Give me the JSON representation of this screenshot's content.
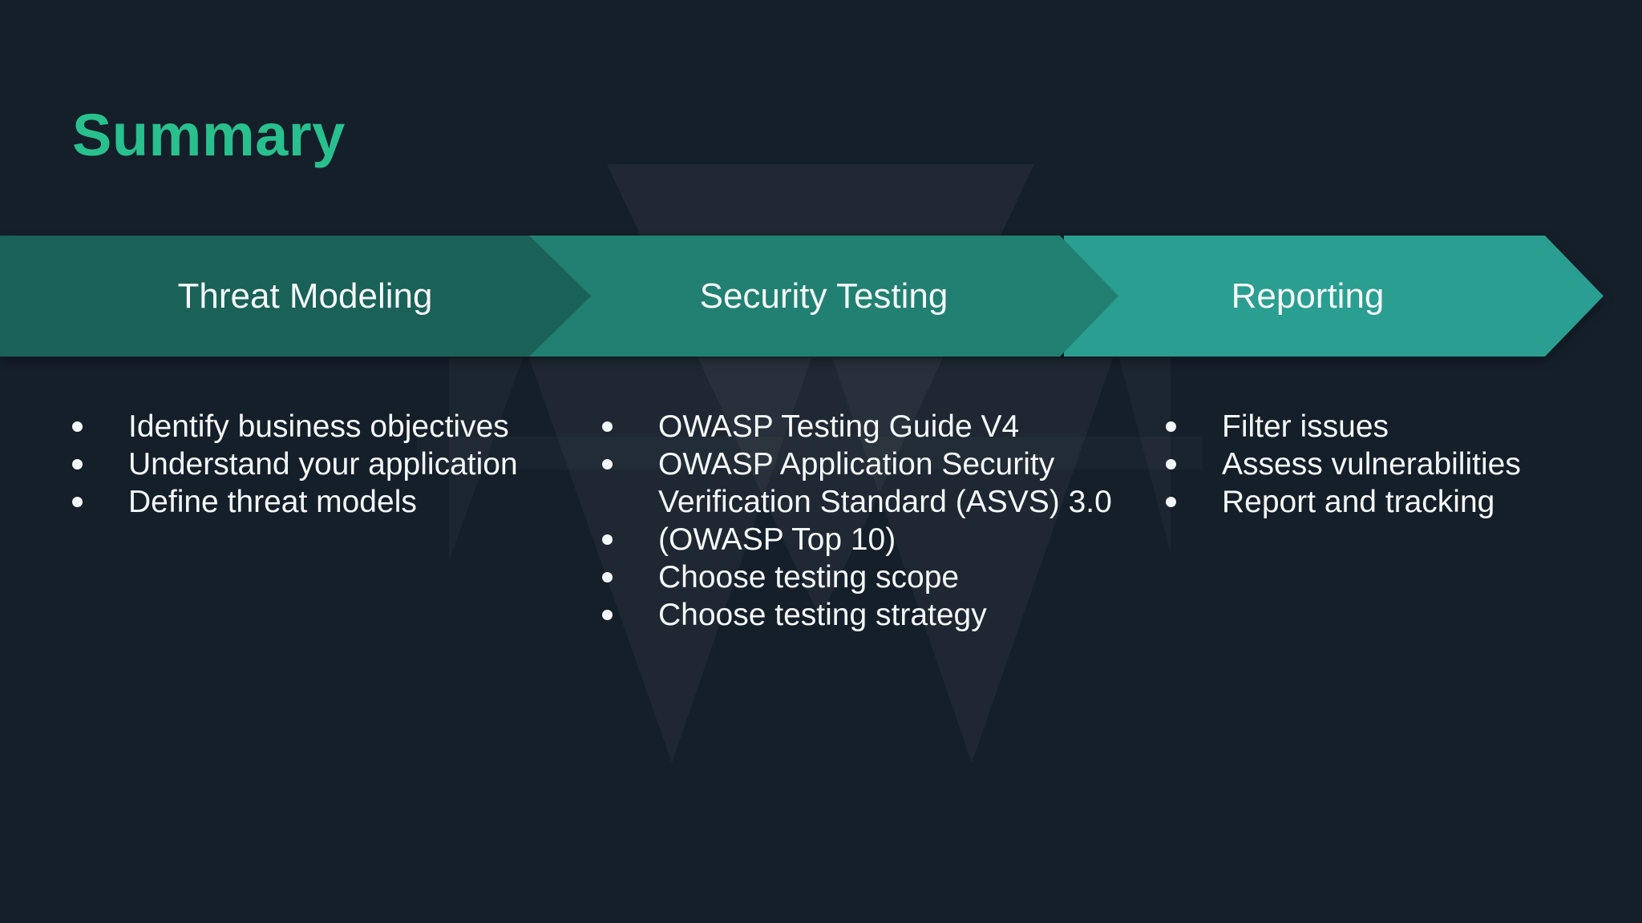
{
  "slide": {
    "title": "Summary",
    "colors": {
      "background": "#151f2a",
      "title_accent": "#28c08d",
      "arrow_threat_modeling": "#1a6158",
      "arrow_security_testing": "#218071",
      "arrow_reporting": "#2a9e91",
      "body_text": "#f5f8f8"
    },
    "stages": [
      {
        "label": "Threat Modeling",
        "items": [
          "Identify business objectives",
          "Understand your application",
          "Define threat models"
        ]
      },
      {
        "label": "Security Testing",
        "items": [
          "OWASP Testing Guide V4",
          "OWASP Application Security Verification Standard (ASVS) 3.0",
          "(OWASP Top 10)",
          "Choose testing scope",
          "Choose testing strategy"
        ]
      },
      {
        "label": "Reporting",
        "items": [
          "Filter issues",
          "Assess vulnerabilities",
          "Report and tracking"
        ]
      }
    ]
  }
}
